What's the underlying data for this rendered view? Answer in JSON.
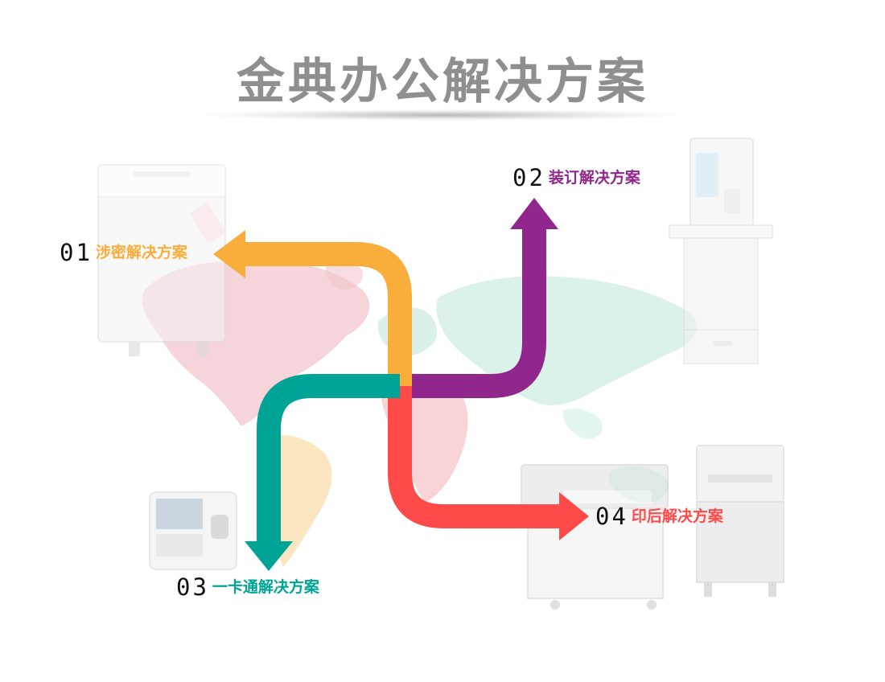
{
  "title": "金典办公解决方案",
  "solutions": [
    {
      "num": "01",
      "label": "涉密解决方案",
      "color": "#f9ad3a",
      "device": "paper-shredder"
    },
    {
      "num": "02",
      "label": "装订解决方案",
      "color": "#91278c",
      "device": "binding-machine"
    },
    {
      "num": "03",
      "label": "一卡通解决方案",
      "color": "#00a496",
      "device": "card-terminal"
    },
    {
      "num": "04",
      "label": "印后解决方案",
      "color": "#ff4a4a",
      "device": "binder-and-paper-cutter"
    }
  ],
  "colors": {
    "title": "#8f8f8f",
    "number": "#111111"
  }
}
